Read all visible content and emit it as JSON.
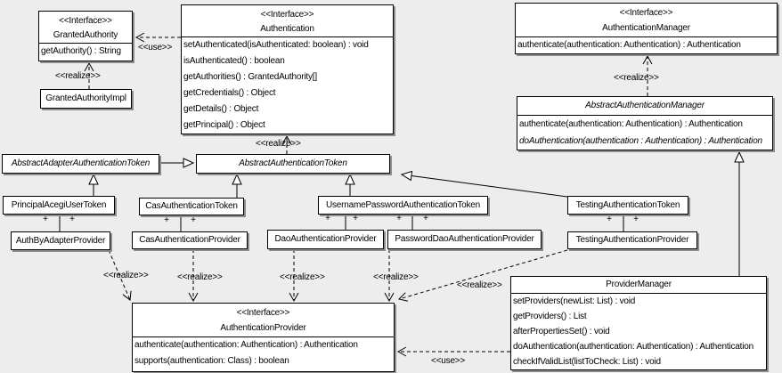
{
  "diagram": {
    "plus": "+",
    "edge_labels": {
      "use_granted": "<<use>>",
      "realize_granted": "<<realize>>",
      "realize_token": "<<realize>>",
      "realize_manager": "<<realize>>",
      "realize_authbyadapter": "<<realize>>",
      "realize_cas": "<<realize>>",
      "realize_dao": "<<realize>>",
      "realize_passworddao": "<<realize>>",
      "realize_testing": "<<realize>>",
      "use_provider": "<<use>>"
    }
  },
  "classes": {
    "granted_authority": {
      "stereotype": "<<Interface>>",
      "name": "GrantedAuthority",
      "members": [
        "getAuthority() : String"
      ]
    },
    "granted_authority_impl": {
      "name": "GrantedAuthorityImpl"
    },
    "authentication": {
      "stereotype": "<<Interface>>",
      "name": "Authentication",
      "members": [
        "setAuthenticated(isAuthenticated: boolean) : void",
        "isAuthenticated() : boolean",
        "getAuthorities() : GrantedAuthority[]",
        "getCredentials() : Object",
        "getDetails() : Object",
        "getPrincipal() : Object"
      ]
    },
    "authentication_manager": {
      "stereotype": "<<Interface>>",
      "name": "AuthenticationManager",
      "members": [
        "authenticate(authentication: Authentication) : Authentication"
      ]
    },
    "abstract_authentication_manager": {
      "name": "AbstractAuthenticationManager",
      "members": [
        "authenticate(authentication: Authentication) : Authentication",
        "doAuthentication(authentication : Authentication) : Authentication"
      ]
    },
    "abstract_adapter_authentication_token": {
      "name": "AbstractAdapterAuthenticationToken"
    },
    "abstract_authentication_token": {
      "name": "AbstractAuthenticationToken"
    },
    "principal_acegi_user_token": {
      "name": "PrincipalAcegiUserToken"
    },
    "cas_authentication_token": {
      "name": "CasAuthenticationToken"
    },
    "username_password_authentication_token": {
      "name": "UsernamePasswordAuthenticationToken"
    },
    "testing_authentication_token": {
      "name": "TestingAuthenticationToken"
    },
    "auth_by_adapter_provider": {
      "name": "AuthByAdapterProvider"
    },
    "cas_authentication_provider": {
      "name": "CasAuthenticationProvider"
    },
    "dao_authentication_provider": {
      "name": "DaoAuthenticationProvider"
    },
    "password_dao_authentication_provider": {
      "name": "PasswordDaoAuthenticationProvider"
    },
    "testing_authentication_provider": {
      "name": "TestingAuthenticationProvider"
    },
    "authentication_provider": {
      "stereotype": "<<Interface>>",
      "name": "AuthenticationProvider",
      "members": [
        "authenticate(authentication: Authentication) : Authentication",
        "supports(authentication: Class) : boolean"
      ]
    },
    "provider_manager": {
      "name": "ProviderManager",
      "members": [
        "setProviders(newList: List) : void",
        "getProviders() : List",
        "afterPropertiesSet() : void",
        "doAuthentication(authentication: Authentication) : Authentication",
        "checkIfValidList(listToCheck: List) : void"
      ]
    }
  }
}
